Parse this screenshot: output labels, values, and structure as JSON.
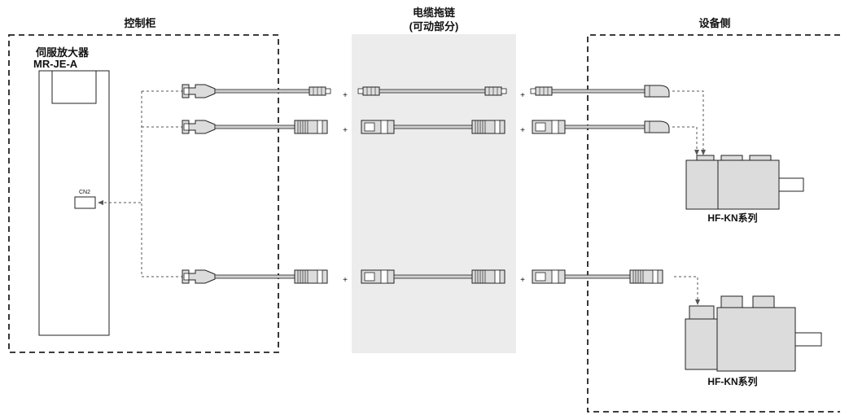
{
  "regions": {
    "control_cabinet": "控制柜",
    "cable_chain_line1": "电缆拖链",
    "cable_chain_line2": "(可动部分)",
    "equipment_side": "设备侧"
  },
  "amplifier": {
    "title_line1": "伺服放大器",
    "title_line2": "MR-JE-A",
    "connector": "CN2"
  },
  "joiner_symbol": "+",
  "motors": {
    "upper_label": "HF-KN系列",
    "lower_label": "HF-KN系列"
  },
  "colors": {
    "cable_chain_fill": "#ececec",
    "component_fill": "#dcdcdc",
    "line": "#222222"
  }
}
